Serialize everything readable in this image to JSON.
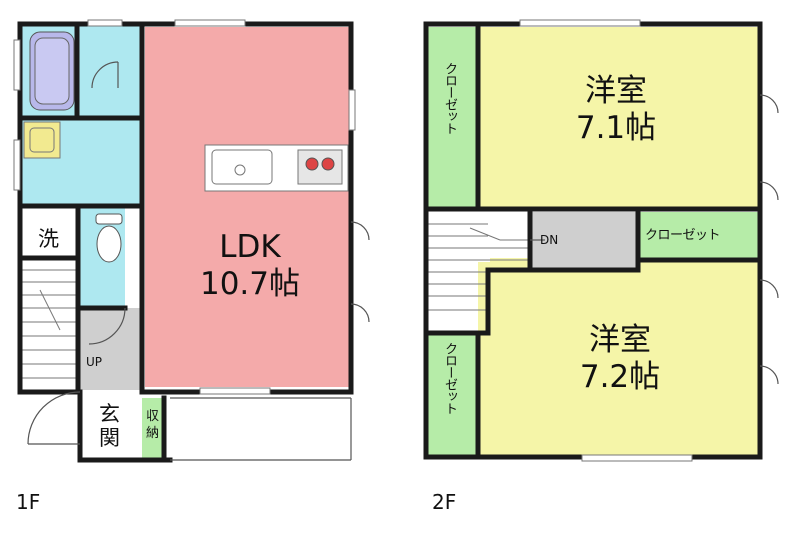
{
  "floor1": {
    "label": "1F",
    "ldk": {
      "name": "LDK",
      "size": "10.7帖"
    },
    "wash": "洗",
    "up": "UP",
    "entrance": {
      "line1": "玄",
      "line2": "関"
    },
    "storage": {
      "line1": "収",
      "line2": "納"
    }
  },
  "floor2": {
    "label": "2F",
    "room_top": {
      "name": "洋室",
      "size": "7.1帖"
    },
    "room_bottom": {
      "name": "洋室",
      "size": "7.2帖"
    },
    "closet_top_left": "クローゼット",
    "closet_mid_right": "クローゼット",
    "closet_bottom_left": "クローゼット",
    "dn": "DN"
  },
  "colors": {
    "ldk": "#f4aaaa",
    "wet_area": "#aee8f0",
    "room": "#f5f5a8",
    "closet": "#b6eca8",
    "hall": "#cfcfcf",
    "bath_tub": "#b8b8ea",
    "sink": "#f2ea90",
    "wall": "#1a1a1a"
  }
}
